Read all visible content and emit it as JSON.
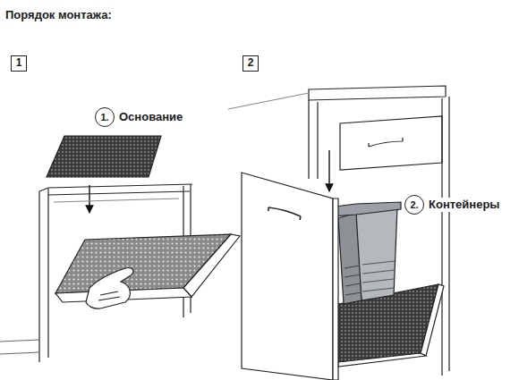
{
  "diagram": {
    "title": "Порядок монтажа:",
    "nodes": [
      {
        "text": [
          "1"
        ]
      },
      {
        "text": [
          "2"
        ]
      },
      {
        "text": [
          "1.",
          "Основание"
        ]
      },
      {
        "text": [
          "2.",
          "Контейнеры"
        ]
      }
    ]
  }
}
